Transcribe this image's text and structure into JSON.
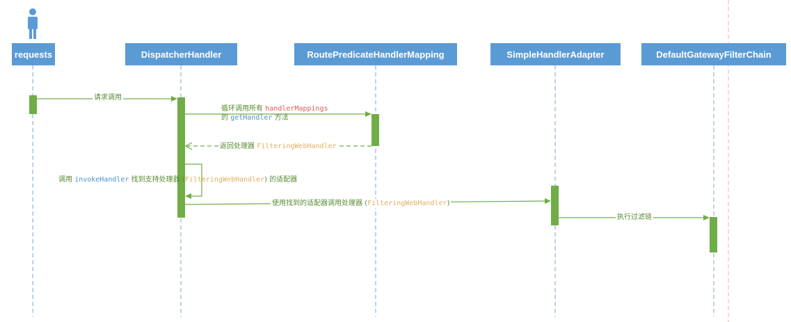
{
  "actors": {
    "requests": "requests",
    "dispatcher": "DispatcherHandler",
    "route_mapping": "RoutePredicateHandlerMapping",
    "adapter": "SimpleHandlerAdapter",
    "filter_chain": "DefaultGatewayFilterChain"
  },
  "messages": {
    "m1": "请求调用",
    "m2": {
      "line1_prefix": "循环调用所有",
      "line1_code": "handlerMappings",
      "line2_prefix": "的",
      "line2_code": "getHandler",
      "line2_suffix": "方法"
    },
    "m3": {
      "prefix": "返回处理器",
      "code": "FilteringWebHandler"
    },
    "m4": {
      "prefix": "调用",
      "code1": "invokeHandler",
      "mid": "找到支持处理器 (",
      "code2": "FilteringWebHandler",
      "suffix": ") 的适配器"
    },
    "m5": {
      "prefix": "使用找到的适配器调用处理器 (",
      "code": "FilteringWebHandler",
      "suffix": ")"
    },
    "m6": "执行过滤链"
  },
  "colors": {
    "header": "#5b9bd5",
    "activation": "#70ad47",
    "lifeline": "#7aa6d6",
    "actor_icon": "#5b9bd5",
    "code_red": "#e05b5b",
    "code_blue": "#4a90c8",
    "code_orange": "#e0b060"
  },
  "icons": {
    "actor": "person-icon"
  }
}
